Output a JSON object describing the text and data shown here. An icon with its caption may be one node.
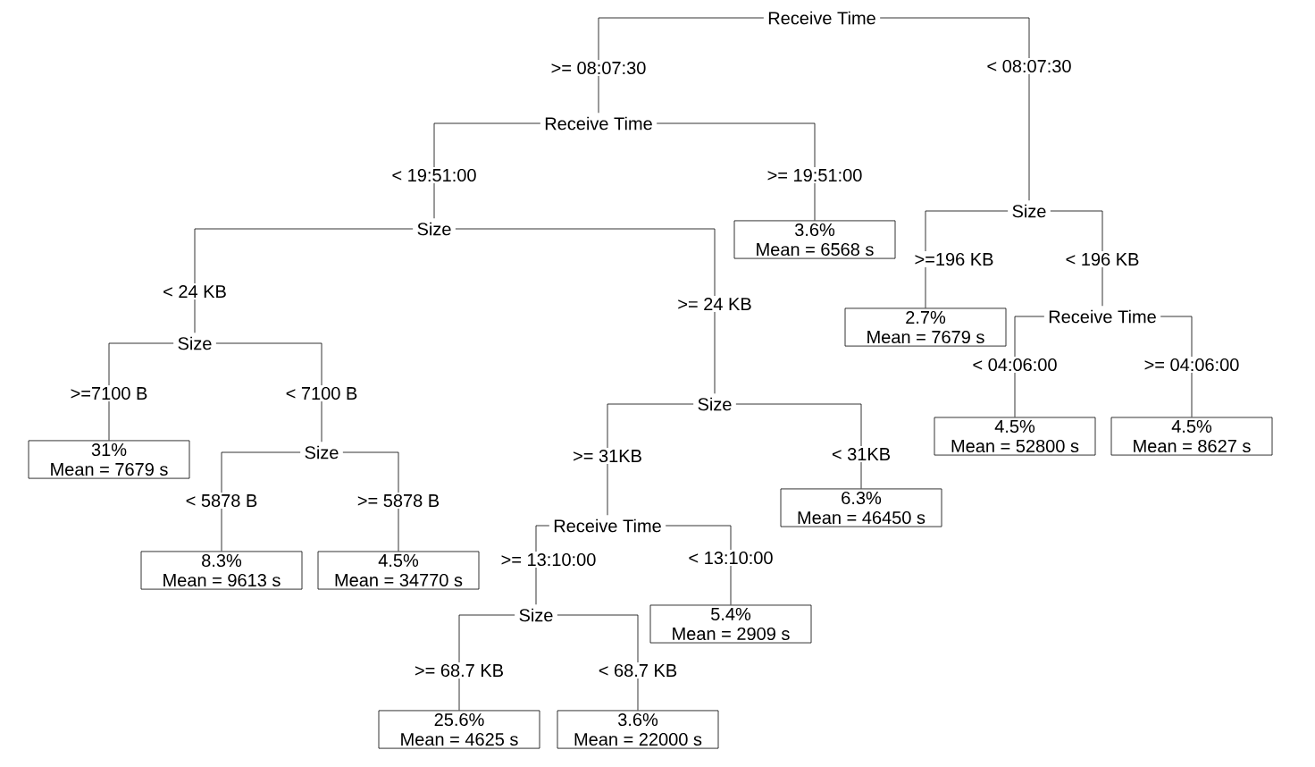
{
  "diagram": {
    "nodes": [
      {
        "text": [
          "Receive Time"
        ]
      },
      {
        "text": [
          "Receive Time"
        ]
      },
      {
        "text": [
          "Size"
        ]
      },
      {
        "text": [
          "3.6%",
          "Mean = 6568 s"
        ]
      },
      {
        "text": [
          "Size"
        ]
      },
      {
        "text": [
          "Size"
        ]
      },
      {
        "text": [
          "31%",
          "Mean = 7679 s"
        ]
      },
      {
        "text": [
          "Size"
        ]
      },
      {
        "text": [
          "8.3%",
          "Mean = 9613 s"
        ]
      },
      {
        "text": [
          "4.5%",
          "Mean = 34770 s"
        ]
      },
      {
        "text": [
          "Receive Time"
        ]
      },
      {
        "text": [
          "6.3%",
          "Mean = 46450 s"
        ]
      },
      {
        "text": [
          "Size"
        ]
      },
      {
        "text": [
          "5.4%",
          "Mean = 2909 s"
        ]
      },
      {
        "text": [
          "25.6%",
          "Mean = 4625 s"
        ]
      },
      {
        "text": [
          "3.6%",
          "Mean = 22000 s"
        ]
      },
      {
        "text": [
          "Size"
        ]
      },
      {
        "text": [
          "2.7%",
          "Mean = 7679 s"
        ]
      },
      {
        "text": [
          "Receive Time"
        ]
      },
      {
        "text": [
          "4.5%",
          "Mean = 52800 s"
        ]
      },
      {
        "text": [
          "4.5%",
          "Mean = 8627 s"
        ]
      }
    ],
    "edges": [
      {
        "from": 0,
        "to": 1,
        "arrow": "none",
        "label": ">= 08:07:30"
      },
      {
        "from": 1,
        "to": 2,
        "arrow": "none",
        "label": "< 19:51:00"
      },
      {
        "from": 1,
        "to": 3,
        "arrow": "none",
        "label": ">= 19:51:00"
      },
      {
        "from": 2,
        "to": 4,
        "arrow": "none",
        "label": "< 24 KB"
      },
      {
        "from": 2,
        "to": 5,
        "arrow": "none",
        "label": ">= 24 KB"
      },
      {
        "from": 4,
        "to": 6,
        "arrow": "none",
        "label": ">=7100 B"
      },
      {
        "from": 4,
        "to": 7,
        "arrow": "none",
        "label": "< 7100 B"
      },
      {
        "from": 7,
        "to": 8,
        "arrow": "none",
        "label": "< 5878 B"
      },
      {
        "from": 7,
        "to": 9,
        "arrow": "none",
        "label": ">= 5878 B"
      },
      {
        "from": 5,
        "to": 10,
        "arrow": "none",
        "label": ">= 31KB"
      },
      {
        "from": 5,
        "to": 11,
        "arrow": "none",
        "label": "< 31KB"
      },
      {
        "from": 10,
        "to": 12,
        "arrow": "none",
        "label": ">= 13:10:00"
      },
      {
        "from": 10,
        "to": 13,
        "arrow": "none",
        "label": "< 13:10:00"
      },
      {
        "from": 12,
        "to": 14,
        "arrow": "none",
        "label": ">= 68.7 KB"
      },
      {
        "from": 12,
        "to": 15,
        "arrow": "none",
        "label": "< 68.7 KB"
      },
      {
        "from": 0,
        "to": 16,
        "arrow": "none",
        "label": "< 08:07:30"
      },
      {
        "from": 16,
        "to": 17,
        "arrow": "none",
        "label": ">=196 KB"
      },
      {
        "from": 16,
        "to": 18,
        "arrow": "none",
        "label": "< 196 KB"
      },
      {
        "from": 18,
        "to": 19,
        "arrow": "none",
        "label": "< 04:06:00"
      },
      {
        "from": 18,
        "to": 20,
        "arrow": "none",
        "label": ">= 04:06:00"
      }
    ]
  }
}
